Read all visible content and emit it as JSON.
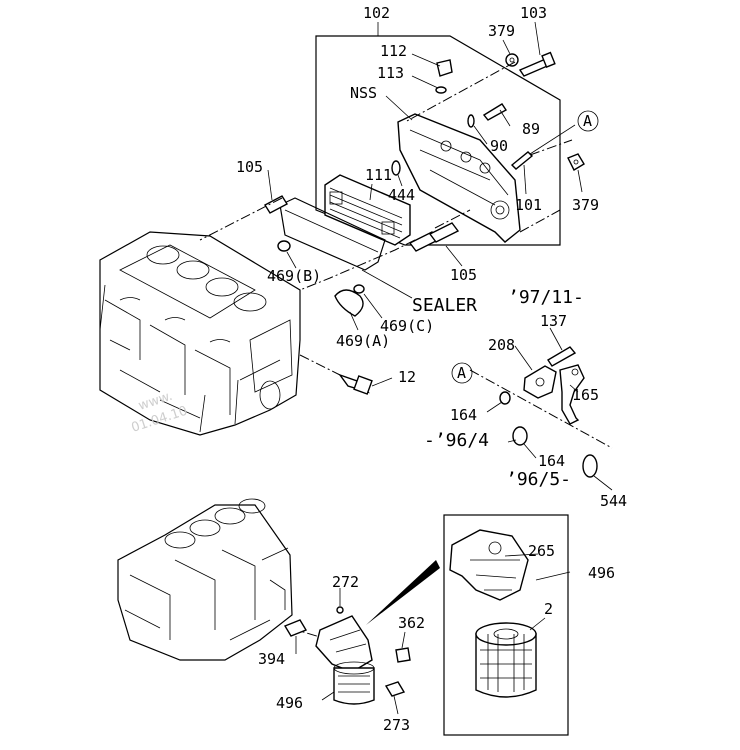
{
  "labels": {
    "l102": "102",
    "l103": "103",
    "l379a": "379",
    "l112": "112",
    "l113": "113",
    "lnss": "NSS",
    "l89": "89",
    "l90": "90",
    "lA1": "A",
    "l105a": "105",
    "l111": "111",
    "l444": "444",
    "l101": "101",
    "l379b": "379",
    "l105b": "105",
    "l469b": "469(B)",
    "lsealer": "SEALER",
    "l9711": "’97/11-",
    "l469c": "469(C)",
    "l469a": "469(A)",
    "l137": "137",
    "l208": "208",
    "lA2": "A",
    "l12": "12",
    "l165": "165",
    "l164a": "164",
    "l964": "-’96/4",
    "l164b": "164",
    "l965": "’96/5-",
    "l544": "544",
    "l265": "265",
    "l496a": "496",
    "l272": "272",
    "l2": "2",
    "l362": "362",
    "l394": "394",
    "l496b": "496",
    "l273": "273"
  },
  "watermark": {
    "line1": "www.",
    "line2": "01.04.10"
  }
}
